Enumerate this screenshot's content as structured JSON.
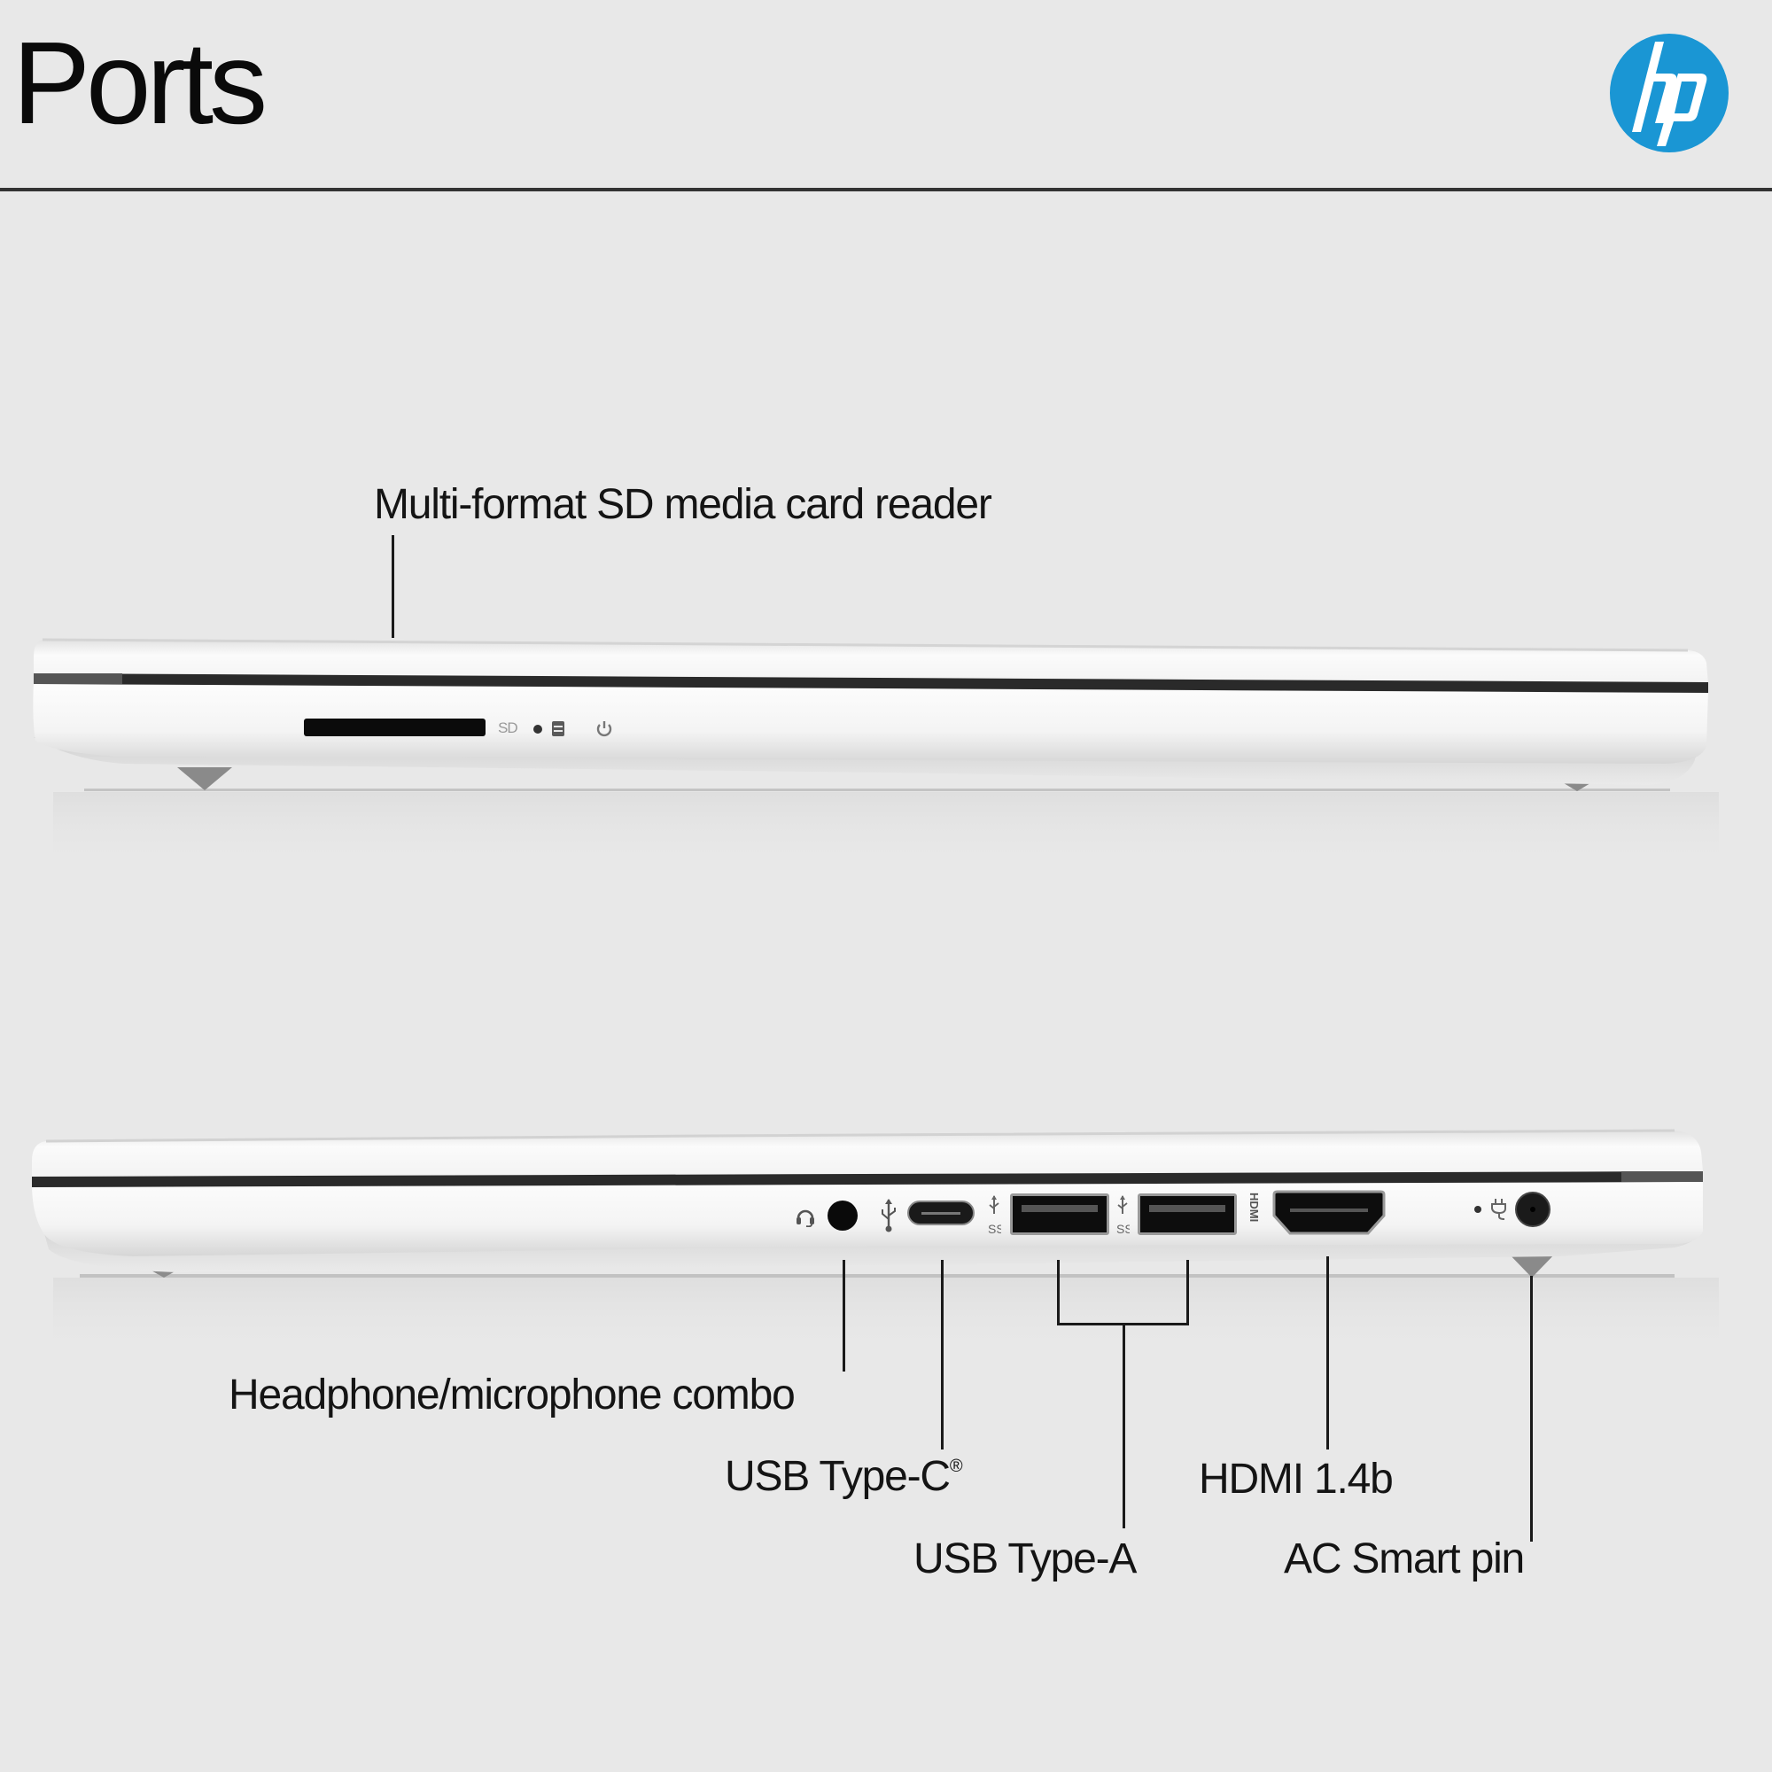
{
  "header": {
    "title": "Ports",
    "brand_logo": "hp-logo",
    "brand_text": "hp",
    "brand_color": "#1a96d4"
  },
  "front_view": {
    "callouts": [
      {
        "label": "Multi-format SD media card reader"
      }
    ],
    "indicators": {
      "sd_text": "SD",
      "icons": [
        "sd-slot",
        "activity-led-dot",
        "drive-activity-icon",
        "power-icon"
      ]
    }
  },
  "side_view": {
    "callouts": [
      {
        "label": "Headphone/microphone combo"
      },
      {
        "label": "USB Type-C",
        "mark": "®"
      },
      {
        "label": "USB Type-A"
      },
      {
        "label": "HDMI 1.4b"
      },
      {
        "label": "AC Smart pin"
      }
    ],
    "port_icons": [
      "headset-icon",
      "audio-jack",
      "usb-icon",
      "usb-c-port",
      "superspeed-usb-icon",
      "usb-a-port",
      "superspeed-usb-icon",
      "usb-a-port",
      "hdmi-icon",
      "hdmi-port",
      "led-dot",
      "ac-power-icon",
      "ac-power-jack"
    ]
  },
  "colors": {
    "background": "#e8e8e8",
    "laptop_body": "#f7f7f7",
    "seam": "#2a2a2a",
    "text": "#141414"
  }
}
